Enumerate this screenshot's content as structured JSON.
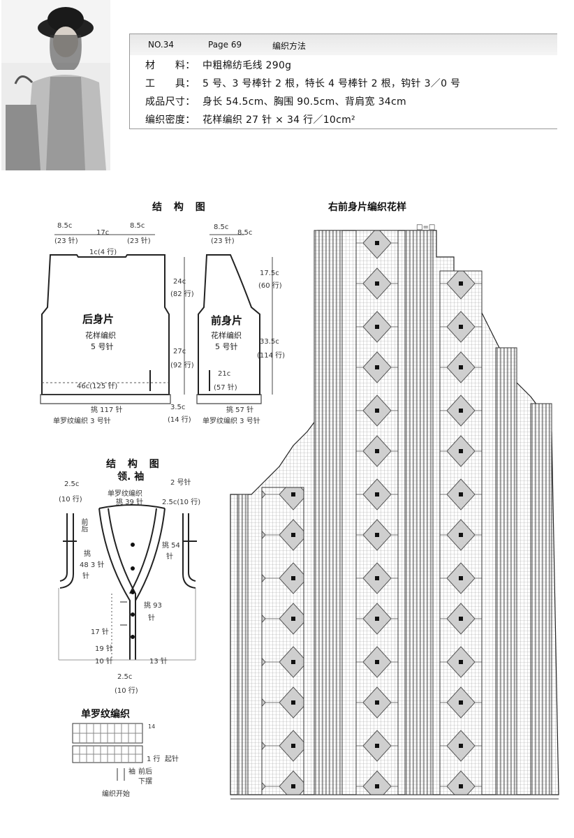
{
  "header": {
    "no": "NO.34",
    "page": "Page 69",
    "section": "编织方法"
  },
  "materials": {
    "label": "材　　料：",
    "value": "中粗棉纺毛线 290g"
  },
  "tools": {
    "label": "工　　具：",
    "value": "5 号、3 号棒针 2 根，特长 4 号棒针 2 根，钩针 3／0 号"
  },
  "size": {
    "label": "成品尺寸：",
    "value": "身长 54.5cm、胸围 90.5cm、背肩宽 34cm"
  },
  "gauge": {
    "label": "编织密度：",
    "value": "花样编织 27 针 × 34 行／10cm²"
  },
  "structure": {
    "title": "结 构 图",
    "back": {
      "name": "后身片",
      "pattern": "花样编织",
      "needle": "5 号针",
      "top_left": "8.5c",
      "top_left_sts": "(23 针)",
      "top_mid": "17c",
      "top_right": "8.5c",
      "top_right_sts": "(23 针)",
      "neck": "1c(4 行)",
      "armhole_h": "24c",
      "armhole_rows": "(82 行)",
      "body_h": "27c",
      "body_rows": "(92 行)",
      "width": "46c(125 针)",
      "pickup": "挑 117 针",
      "rib": "单罗纹编织 3 号针"
    },
    "front": {
      "name": "前身片",
      "pattern": "花样编织",
      "needle": "5 号针",
      "top": "8.5c",
      "top_sts": "(23 针)",
      "top_right": "8.5c",
      "neck_h": "17.5c",
      "neck_rows": "(60 行)",
      "body_h": "33.5c",
      "body_rows": "(114 行)",
      "width": "21c",
      "width_sts": "(57 针)",
      "rib_h": "3.5c",
      "rib_rows": "(14 行)",
      "pickup": "挑 57 针",
      "rib": "单罗纹编织 3 号针"
    }
  },
  "collar": {
    "title": "结 构 图",
    "subtitle": "领. 袖",
    "needle": "2 号针",
    "left_w": "2.5c",
    "left_rows": "(10 行)",
    "rib_label": "单罗纹编织",
    "pick_39": "挑 39 针",
    "right_w": "2.5c(10 行)",
    "front_label": "前后",
    "pick_48a": "挑",
    "pick_48b": "48 3 针",
    "pick_48c": "针",
    "pick_54": "挑 54",
    "pick_54b": "针",
    "pick_93": "挑 93",
    "pick_93b": "针",
    "n17": "17 针",
    "n19": "19 针",
    "n10": "10 针",
    "n13": "13 针",
    "bottom_w": "2.5c",
    "bottom_rows": "(10 行)"
  },
  "rib_chart": {
    "title": "单罗纹编织",
    "row_label": "1 行",
    "cast_on": "起针",
    "cuff": "袖",
    "front_back": "前后",
    "down": "下摆",
    "start": "编织开始",
    "row14": "14"
  },
  "knit_chart": {
    "title": "右前身片编织花样",
    "legend": "□=□"
  }
}
